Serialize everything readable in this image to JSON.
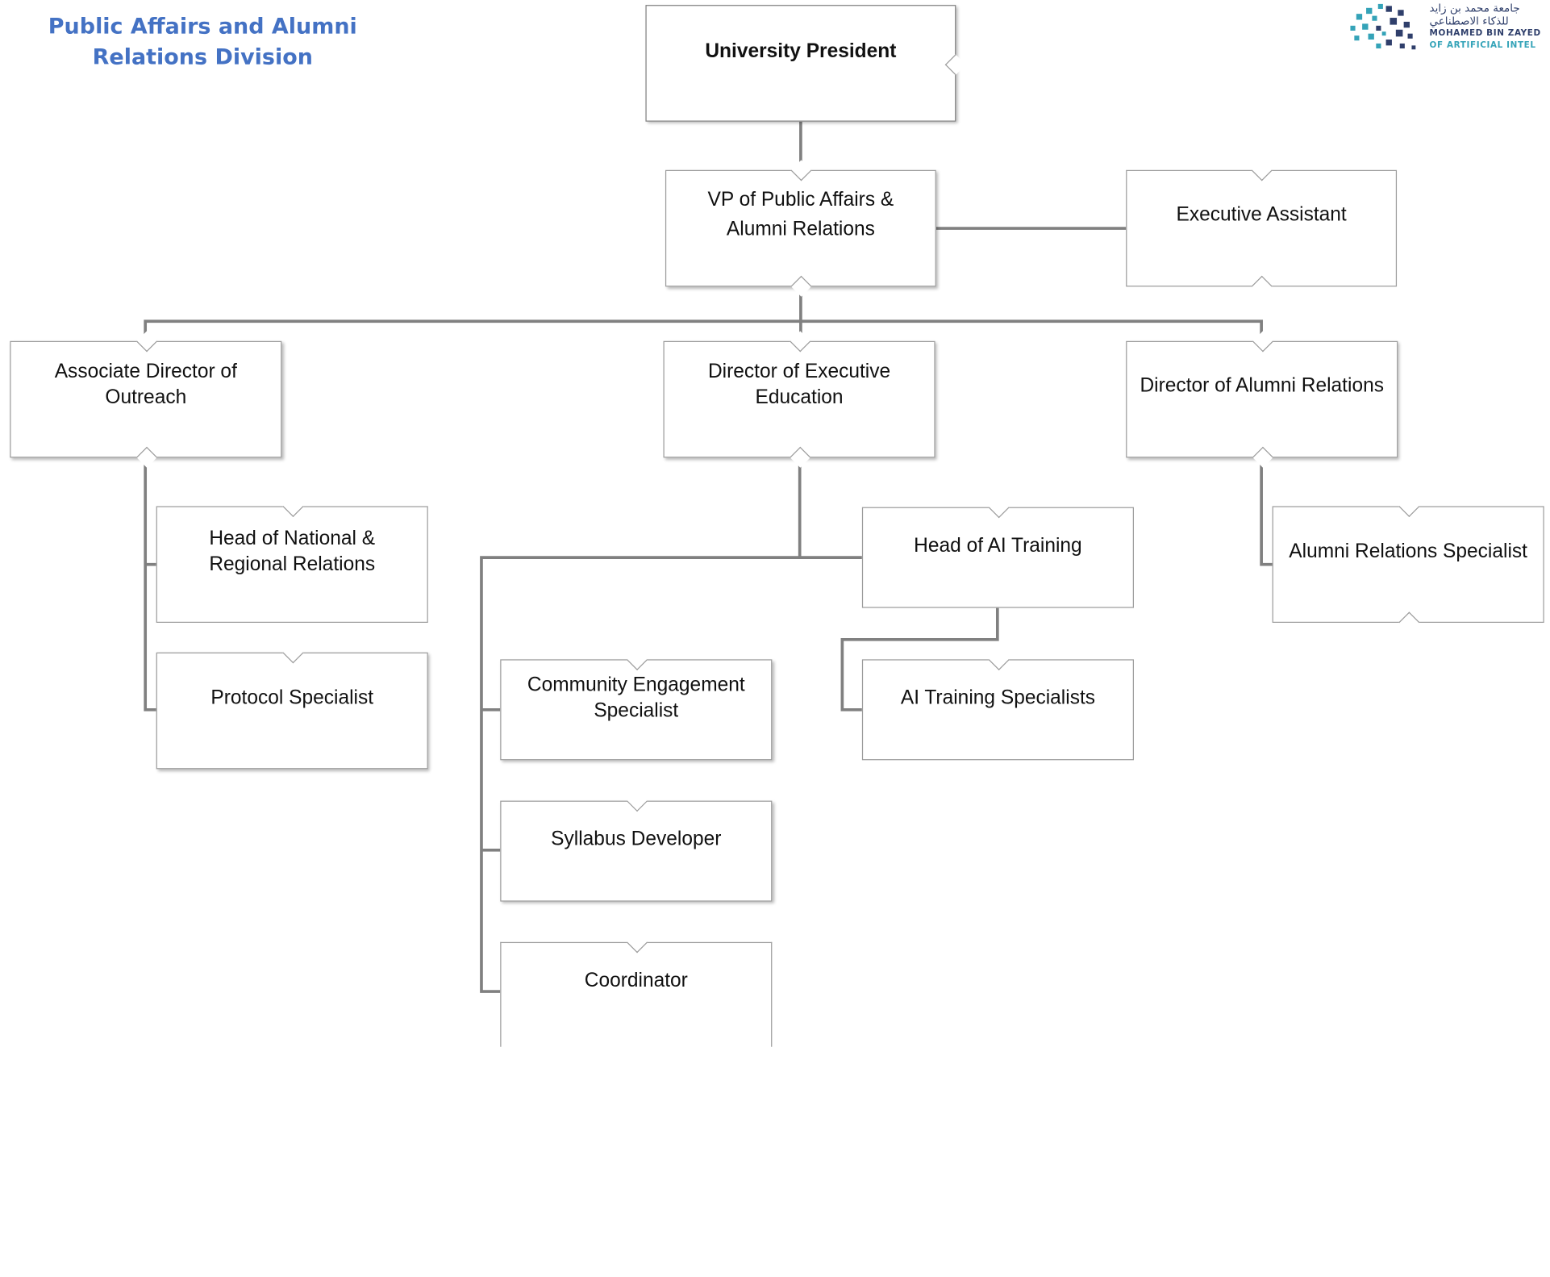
{
  "header": {
    "title_line1": "Public Affairs and Alumni",
    "title_line2": "Relations Division"
  },
  "logo": {
    "arabic_line1": "جامعة محمد بن زايد",
    "arabic_line2": "للذكاء الاصطناعي",
    "latin_line1": "MOHAMED BIN ZAYED",
    "latin_line2": "OF ARTIFICIAL INTEL"
  },
  "colors": {
    "title": "#4472c4",
    "connector": "#808080",
    "box_border": "#9c9c9c"
  },
  "org": {
    "president": "University President",
    "vp": [
      "VP of Public Affairs &",
      "Alumni Relations"
    ],
    "executive_assistant": "Executive Assistant",
    "assoc_director_outreach": [
      "Associate Director of",
      "Outreach"
    ],
    "director_exec_education": [
      "Director of Executive",
      "Education"
    ],
    "director_alumni_relations": "Director of Alumni Relations",
    "head_national_regional": [
      "Head of National &",
      "Regional Relations"
    ],
    "protocol_specialist": "Protocol Specialist",
    "head_ai_training": "Head of AI Training",
    "ai_training_specialists": "AI Training Specialists",
    "community_engagement_specialist": [
      "Community Engagement",
      "Specialist"
    ],
    "syllabus_developer": "Syllabus Developer",
    "coordinator": "Coordinator",
    "alumni_relations_specialist": "Alumni Relations Specialist"
  }
}
